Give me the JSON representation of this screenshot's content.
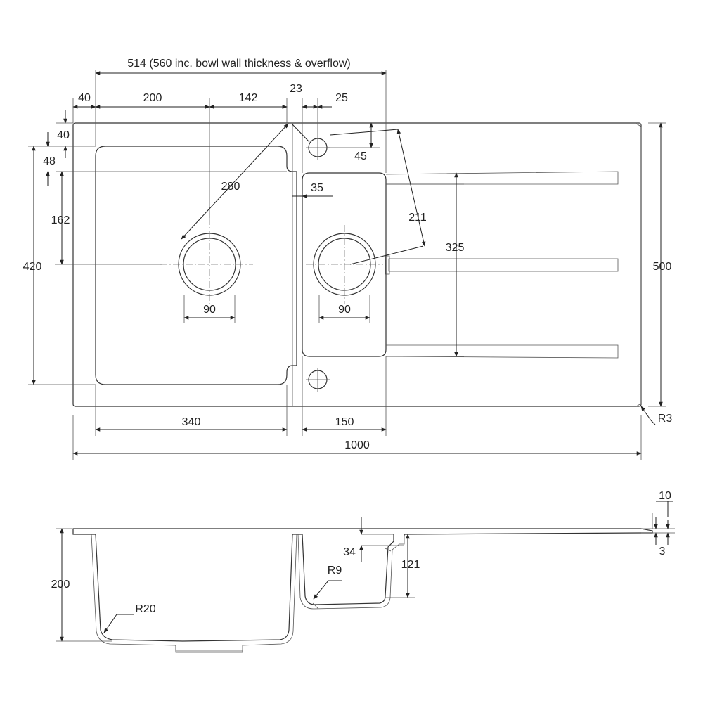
{
  "plan": {
    "top_overall": "514 (560 inc. bowl wall thickness & overflow)",
    "d_40_left": "40",
    "d_200": "200",
    "d_142": "142",
    "d_23": "23",
    "d_25": "25",
    "d_40_top": "40",
    "d_48": "48",
    "d_45": "45",
    "d_280": "280",
    "d_35": "35",
    "d_162": "162",
    "d_211": "211",
    "d_325": "325",
    "d_420": "420",
    "d_500": "500",
    "d_90_left": "90",
    "d_90_right": "90",
    "d_340": "340",
    "d_150": "150",
    "d_1000": "1000",
    "r3": "R3"
  },
  "section": {
    "d_10": "10",
    "d_34": "34",
    "d_121": "121",
    "d_3": "3",
    "d_200": "200",
    "r9": "R9",
    "r20": "R20"
  }
}
